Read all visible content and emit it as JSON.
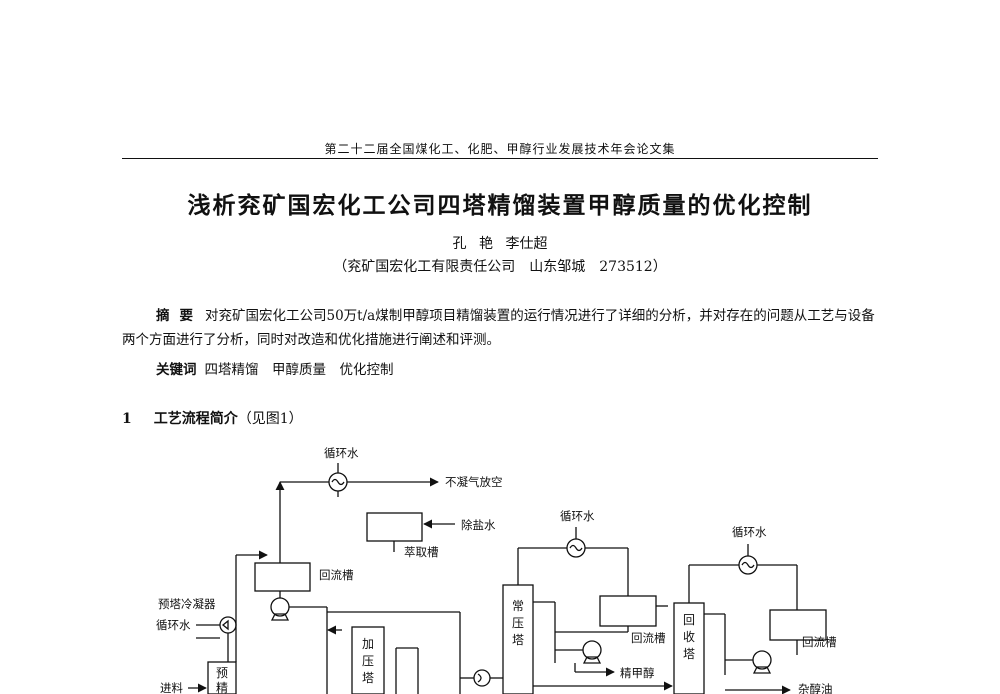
{
  "header": "第二十二届全国煤化工、化肥、甲醇行业发展技术年会论文集",
  "title": "浅析兖矿国宏化工公司四塔精馏装置甲醇质量的优化控制",
  "authors": "孔 艳 李仕超",
  "affiliation": "（兖矿国宏化工有限责任公司　山东邹城　273512）",
  "abstract": {
    "label": "摘要",
    "text": "对兖矿国宏化工公司50万t/a煤制甲醇项目精馏装置的运行情况进行了详细的分析，并对存在的问题从工艺与设备两个方面进行了分析，同时对改造和优化措施进行阐述和评测。"
  },
  "keywords": {
    "label": "关键词",
    "text": "四塔精馏　甲醇质量　优化控制"
  },
  "section": {
    "number": "1",
    "title": "工艺流程简介",
    "note": "（见图1）"
  },
  "diagram": {
    "circ_water_1": "循环水",
    "vent": "不凝气放空",
    "demin_water": "除盐水",
    "extraction_tank": "萃取槽",
    "reflux_tank_1": "回流槽",
    "precondenser": "预塔冷凝器",
    "circ_water_2": "循环水",
    "feed": "进料",
    "pre_tower": [
      "预",
      "精"
    ],
    "pressure_tower": [
      "加",
      "压",
      "塔"
    ],
    "circ_water_3": "循环水",
    "atm_tower": [
      "常",
      "压",
      "塔"
    ],
    "reflux_tank_2": "回流槽",
    "refined_methanol": "精甲醇",
    "circ_water_4": "循环水",
    "recovery_tower": [
      "回",
      "收",
      "塔"
    ],
    "reflux_tank_3": "回流槽",
    "fusel_oil": "杂醇油"
  }
}
